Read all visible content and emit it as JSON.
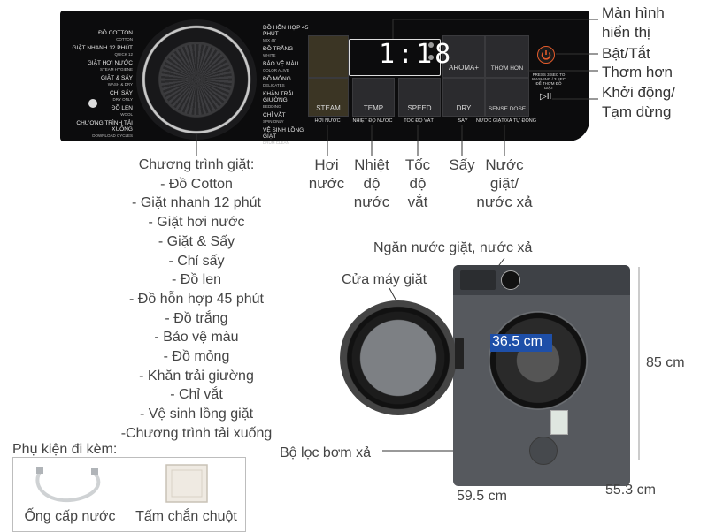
{
  "panel": {
    "programs_left": [
      {
        "label": "ĐỒ COTTON",
        "sub": "COTTON"
      },
      {
        "label": "GIẶT NHANH 12 PHÚT",
        "sub": "QUICK 12"
      },
      {
        "label": "GIẶT HƠI NƯỚC",
        "sub": "STEAM HYGIENE"
      },
      {
        "label": "GIẶT & SẤY",
        "sub": "WASH & DRY"
      },
      {
        "label": "CHỈ SẤY",
        "sub": "DRY ONLY"
      },
      {
        "label": "ĐỒ LEN",
        "sub": "WOOL"
      },
      {
        "label": "CHƯƠNG TRÌNH TẢI XUỐNG",
        "sub": "DOWNLOAD CYCLES"
      }
    ],
    "programs_right": [
      {
        "label": "ĐỒ HỖN HỢP 45 PHÚT",
        "sub": "MIX 45'"
      },
      {
        "label": "ĐỒ TRẮNG",
        "sub": "WHITE"
      },
      {
        "label": "BẢO VỆ MÀU",
        "sub": "COLOR ALIVE"
      },
      {
        "label": "ĐỒ MỎNG",
        "sub": "DELICATES"
      },
      {
        "label": "KHĂN TRẢI GIƯỜNG",
        "sub": "BEDDING"
      },
      {
        "label": "CHỈ VẮT",
        "sub": "SPIN ONLY"
      },
      {
        "label": "VỆ SINH LỒNG GIẶT",
        "sub": "DRUM CLEAN"
      }
    ],
    "display_time": "1:18",
    "tiles": [
      {
        "label": "STEAM",
        "caption": "HƠI NƯỚC"
      },
      {
        "label": "TEMP",
        "caption": "NHIỆT ĐỘ NƯỚC"
      },
      {
        "label": "SPEED",
        "caption": "TỐC ĐỘ VẮT"
      },
      {
        "label": "DRY",
        "caption": "SẤY"
      },
      {
        "label": "SENSE DOSE",
        "caption": "NƯỚC GIẶT/XẢ TỰ ĐỘNG"
      }
    ],
    "top_tiles": [
      {
        "label": "AROMA+"
      },
      {
        "label": "THƠM HƠN"
      }
    ],
    "start_hint": "PRESS 3 SEC TO WASHING / 3 SEC ĐỂ THƠM ĐỒ GIẶT"
  },
  "callouts": {
    "display": "Màn hình\nhiển thị",
    "power": "Bật/Tắt",
    "aroma": "Thơm hơn",
    "start": "Khởi động/\nTạm dừng"
  },
  "programs_title": "Chương trình giặt:",
  "programs": [
    "- Đồ Cotton",
    "- Giặt nhanh 12 phút",
    "- Giặt hơi nước",
    "- Giặt & Sấy",
    "- Chỉ sấy",
    "- Đồ len",
    "- Đồ hỗn hợp 45 phút",
    "- Đồ trắng",
    "- Bảo vệ màu",
    "- Đồ mỏng",
    "- Khăn trải giường",
    "- Chỉ vắt",
    "- Vệ sinh lồng giặt",
    "-Chương trình tải xuống"
  ],
  "features": [
    {
      "text": "Hơi\nnước"
    },
    {
      "text": "Nhiệt\nđộ\nnước"
    },
    {
      "text": "Tốc\nđộ\nvắt"
    },
    {
      "text": "Sấy"
    },
    {
      "text": "Nước\ngiặt/\nnước xả"
    }
  ],
  "accessories": {
    "title": "Phụ kiện đi kèm:",
    "items": [
      {
        "label": "Ống cấp nước",
        "icon": "hose-icon"
      },
      {
        "label": "Tấm chắn chuột",
        "icon": "rat-guard-icon"
      }
    ]
  },
  "machine": {
    "detergent_drawer": "Ngăn nước giặt, nước xả",
    "door": "Cửa máy giặt",
    "door_diameter": "36.5 cm",
    "drain_filter": "Bộ lọc bơm xả",
    "height": "85 cm",
    "width": "59.5 cm",
    "depth": "55.3 cm"
  },
  "colors": {
    "panel": "#0c0c0d",
    "power_accent": "#e35b2b",
    "measure_highlight": "#1e4fa8",
    "body": "#56595e"
  }
}
